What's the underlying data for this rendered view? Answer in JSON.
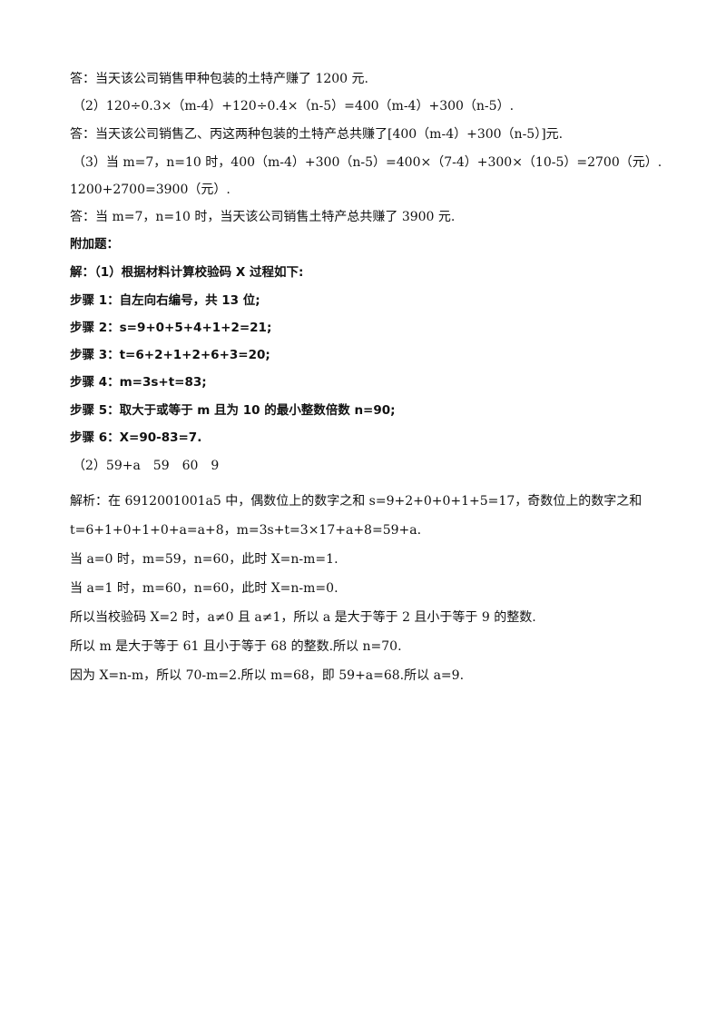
{
  "document": {
    "lines": [
      {
        "text": "答：当天该公司销售甲种包装的土特产赚了 1200 元.",
        "style": "normal"
      },
      {
        "text": "（2）120÷0.3×（m-4）+120÷0.4×（n-5）=400（m-4）+300（n-5）.",
        "style": "normal"
      },
      {
        "text": "答：当天该公司销售乙、丙这两种包装的土特产总共赚了[400（m-4）+300（n-5）]元.",
        "style": "normal"
      },
      {
        "text": "（3）当 m=7，n=10 时，400（m-4）+300（n-5）=400×（7-4）+300×（10-5）=2700（元）.",
        "style": "normal"
      },
      {
        "text": "1200+2700=3900（元）.",
        "style": "normal"
      },
      {
        "text": "答：当 m=7，n=10 时，当天该公司销售土特产总共赚了 3900 元.",
        "style": "normal"
      },
      {
        "text": "附加题：",
        "style": "bold"
      },
      {
        "text": "解：（1）根据材料计算校验码 X 过程如下:",
        "style": "bold"
      },
      {
        "text": "步骤 1：自左向右编号，共 13 位;",
        "style": "bold"
      },
      {
        "text": "步骤 2：s=9+0+5+4+1+2=21;",
        "style": "bold"
      },
      {
        "text": "步骤 3：t=6+2+1+2+6+3=20;",
        "style": "bold"
      },
      {
        "text": "步骤 4：m=3s+t=83;",
        "style": "bold"
      },
      {
        "text": "步骤 5：取大于或等于 m 且为 10 的最小整数倍数 n=90;",
        "style": "bold"
      },
      {
        "text": "步骤 6：X=90-83=7.",
        "style": "bold"
      },
      {
        "text": "（2）59+a　59　60　9",
        "style": "normal"
      },
      {
        "text": "解析：在 6912001001a5 中，偶数位上的数字之和 s=9+2+0+0+1+5=17，奇数位上的数字之和",
        "style": "bold"
      },
      {
        "text": "t=6+1+0+1+0+a=a+8，m=3s+t=3×17+a+8=59+a.",
        "style": "normal"
      },
      {
        "text": "当 a=0 时，m=59，n=60，此时 X=n-m=1.",
        "style": "normal"
      },
      {
        "text": "当 a=1 时，m=60，n=60，此时 X=n-m=0.",
        "style": "normal"
      },
      {
        "text": "所以当校验码 X=2 时，a≠0 且 a≠1，所以 a 是大于等于 2 且小于等于 9 的整数.",
        "style": "normal"
      },
      {
        "text": "所以 m 是大于等于 61 且小于等于 68 的整数.所以 n=70.",
        "style": "normal"
      },
      {
        "text": "因为 X=n-m，所以 70-m=2.所以 m=68，即 59+a=68.所以 a=9.",
        "style": "normal"
      }
    ]
  }
}
